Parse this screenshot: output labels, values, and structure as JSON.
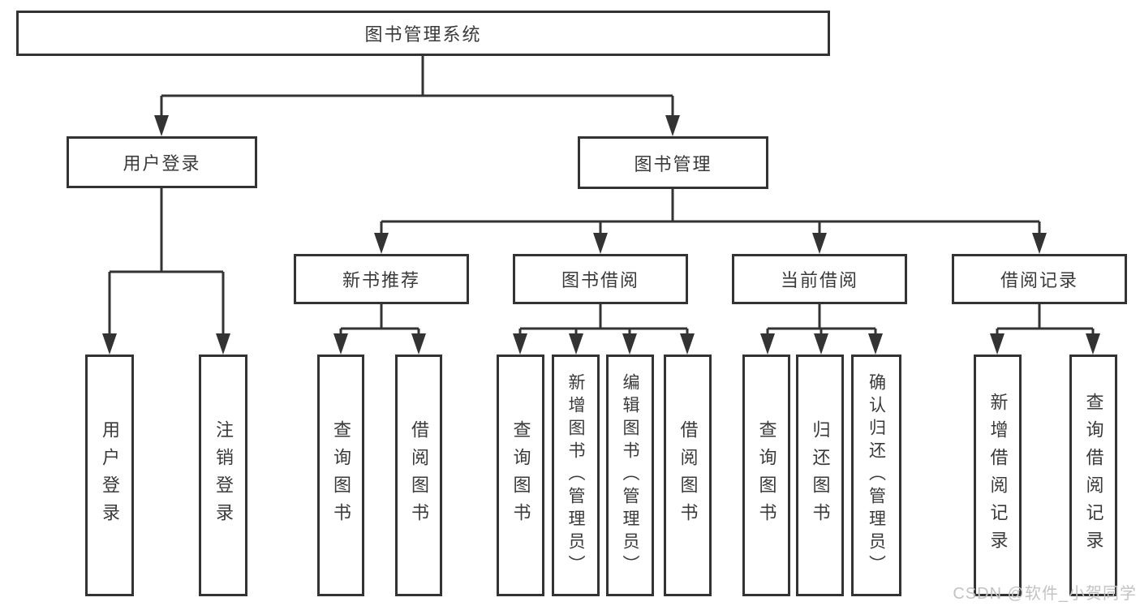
{
  "diagram": {
    "title": "图书管理系统",
    "root": {
      "label": "图书管理系统"
    },
    "level2": [
      {
        "label": "用户登录"
      },
      {
        "label": "图书管理"
      }
    ],
    "level3": [
      {
        "label": "新书推荐",
        "parent": "图书管理"
      },
      {
        "label": "图书借阅",
        "parent": "图书管理"
      },
      {
        "label": "当前借阅",
        "parent": "图书管理"
      },
      {
        "label": "借阅记录",
        "parent": "图书管理"
      }
    ],
    "leaves": [
      {
        "label": "用户登录",
        "parent": "用户登录"
      },
      {
        "label": "注销登录",
        "parent": "用户登录"
      },
      {
        "label": "查询图书",
        "parent": "新书推荐"
      },
      {
        "label": "借阅图书",
        "parent": "新书推荐"
      },
      {
        "label": "查询图书",
        "parent": "图书借阅"
      },
      {
        "label": "新增图书（管理员）",
        "parent": "图书借阅"
      },
      {
        "label": "编辑图书（管理员）",
        "parent": "图书借阅"
      },
      {
        "label": "借阅图书",
        "parent": "图书借阅"
      },
      {
        "label": "查询图书",
        "parent": "当前借阅"
      },
      {
        "label": "归还图书",
        "parent": "当前借阅"
      },
      {
        "label": "确认归还（管理员）",
        "parent": "当前借阅"
      },
      {
        "label": "新增借阅记录",
        "parent": "借阅记录"
      },
      {
        "label": "查询借阅记录",
        "parent": "借阅记录"
      }
    ]
  },
  "watermark": {
    "text": "CSDN @软件_小贺同学"
  },
  "colors": {
    "line": "#333333",
    "border": "#333333",
    "text": "#3a3a3a",
    "watermark": "#c3c3c3",
    "background": "#ffffff"
  }
}
